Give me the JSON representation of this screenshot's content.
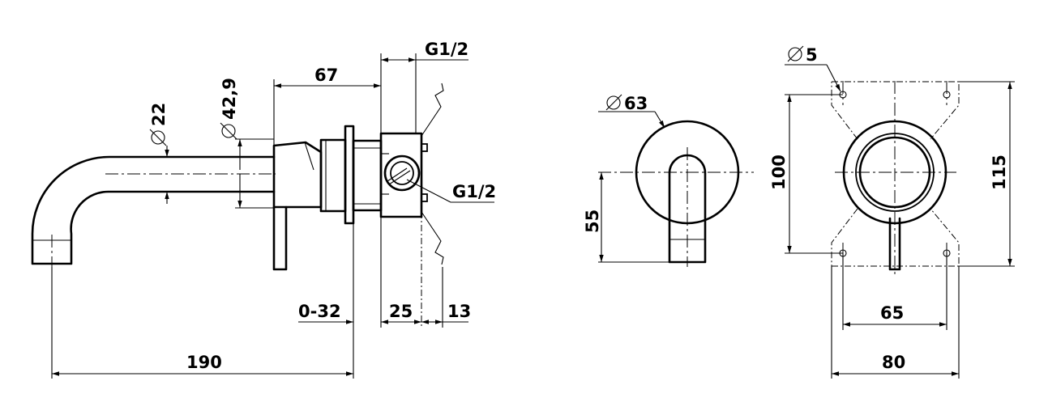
{
  "dimensions": {
    "d22": "22",
    "d42_9": "42,9",
    "d67": "67",
    "g12_top": "G1/2",
    "g12_side": "G1/2",
    "d0_32": "0-32",
    "d25": "25",
    "d13": "13",
    "d190": "190",
    "d63": "63",
    "d55": "55",
    "d5": "5",
    "d100": "100",
    "d115": "115",
    "d65": "65",
    "d80": "80"
  }
}
